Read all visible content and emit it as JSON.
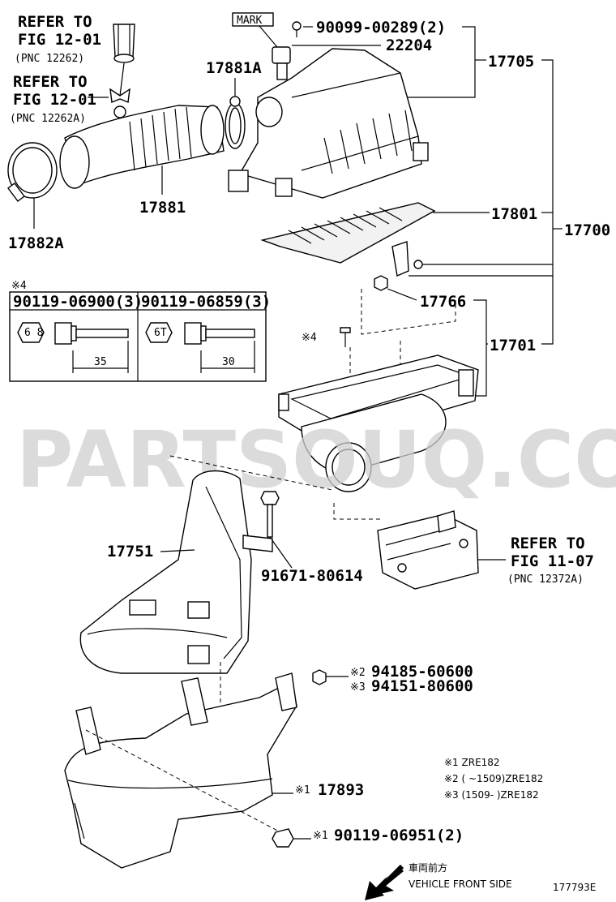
{
  "refs": {
    "fig_12_01_a": {
      "l1": "REFER TO",
      "l2": "FIG 12-01",
      "l3": "(PNC 12262)"
    },
    "fig_12_01_b": {
      "l1": "REFER TO",
      "l2": "FIG 12-01",
      "l3": "(PNC 12262A)"
    },
    "fig_11_07": {
      "l1": "REFER TO",
      "l2": "FIG 11-07",
      "l3": "(PNC 12372A)"
    }
  },
  "mark_label": "MARK",
  "parts": {
    "p90099": "90099-00289(2)",
    "p22204": "22204",
    "p17705": "17705",
    "p17881A": "17881A",
    "p17881": "17881",
    "p17882A": "17882A",
    "p17801": "17801",
    "p17700": "17700",
    "p17766": "17766",
    "p17701": "17701",
    "p17751": "17751",
    "p91671": "91671-80614",
    "p94185": "94185-60600",
    "p94151": "94151-80600",
    "p17893": "17893",
    "p90119_06951": "90119-06951(2)"
  },
  "marks": {
    "m1": "※1",
    "m2": "※2",
    "m3": "※3",
    "m4": "※4"
  },
  "bolt_table": {
    "mark": "※4",
    "col1_pn": "90119-06900(3)",
    "col1_head": "6 8",
    "col1_len": "35",
    "col2_pn": "90119-06859(3)",
    "col2_head": "6T",
    "col2_len": "30"
  },
  "watermark": "PARTSOUQ.COM",
  "notes": {
    "n1": "※1 ZRE182",
    "n2": "※2 (      ~1509)ZRE182",
    "n3": "※3 (1509-      )ZRE182"
  },
  "direction": {
    "jp": "車両前方",
    "en": "VEHICLE FRONT SIDE"
  },
  "fig_code": "177793E"
}
